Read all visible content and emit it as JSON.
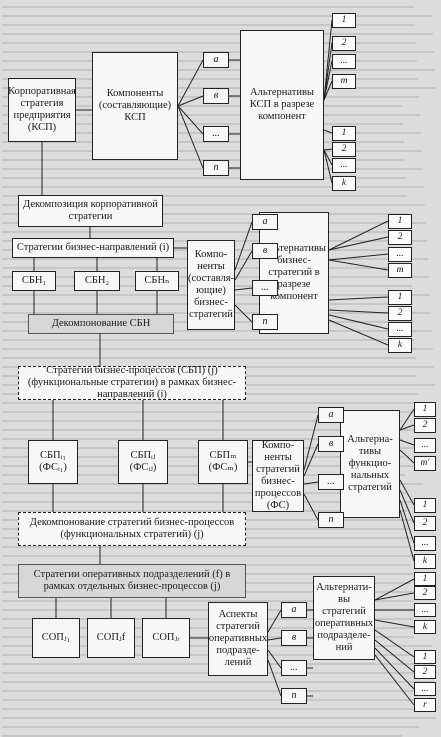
{
  "top": {
    "corporate_strategy": "Корпоративная стратегия предприятия (КСП)",
    "ksp_components": "Компоненты (составляющие) КСП",
    "ksp_alternatives": "Альтернативы КСП в разрезе компонент",
    "decomposition": "Декомпозиция корпоративной стратегии"
  },
  "business": {
    "directions": "Стратегии бизнес-направлений (i)",
    "sbn": [
      "СБН₁",
      "СБН₂",
      "СБНₙ"
    ],
    "sbn_decomposition": "Декомпонование СБН",
    "components": "Компо-ненты (составля-ющие) бизнес-стратегий",
    "alternatives": "Альтернативы бизнес-стратегий в разрезе компонент"
  },
  "processes": {
    "strategies": "Стратегии бизнес-процессов (СБП) (j) (функциональные стратегии) в рамках бизнес-направлений (i)",
    "sbp": [
      "СБПᵢ₁ (ФСᵢ₁)",
      "СБПᵢⱼ (ФСᵢⱼ)",
      "СБПₘ (ФСₘ)"
    ],
    "components": "Компо-ненты стратегий бизнес-процессов (ФС)",
    "alternatives": "Альтерна-тивы функцио-нальных стратегий",
    "decomposition": "Декомпонование стратегий бизнес-процессов (функциональных стратегий) (j)"
  },
  "operations": {
    "strategies": "Стратегии оперативных подразделений (f) в рамках отдельных бизнес-процессов (j)",
    "sop": [
      "СОПⱼ₁",
      "СОПⱼf",
      "СОПⱼᵣ"
    ],
    "aspects": "Аспекты стратегий оперативных подразде-лений",
    "alternatives": "Альтернати-вы стратегий оперативных подразделе-ний"
  },
  "letters": [
    "а",
    "в",
    "...",
    "n"
  ],
  "numbers": {
    "s1a": [
      "1",
      "2",
      "...",
      "m"
    ],
    "s1b": [
      "1",
      "2",
      "...",
      "k"
    ],
    "s2a": [
      "1",
      "2",
      "...",
      "m"
    ],
    "s2b": [
      "1",
      "2",
      "...",
      "k"
    ],
    "s3a": [
      "1",
      "2",
      "...",
      "m'"
    ],
    "s3b": [
      "1",
      "2",
      "...",
      "k"
    ],
    "s4a": [
      "1",
      "2",
      "...",
      "k"
    ],
    "s4b": [
      "1",
      "2",
      "...",
      "r"
    ]
  }
}
